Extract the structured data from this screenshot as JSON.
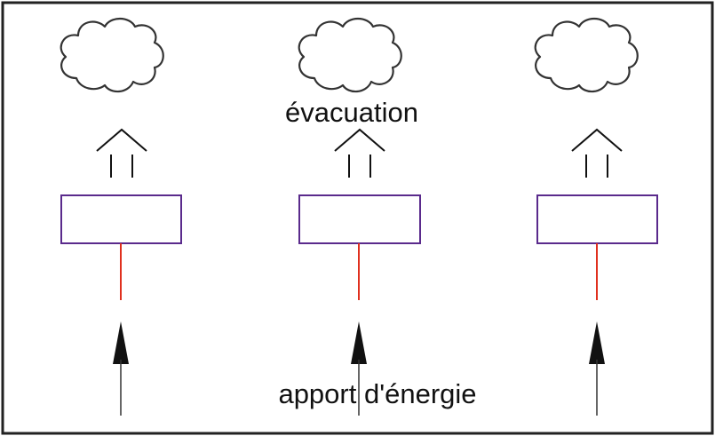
{
  "labels": {
    "top": "évacuation",
    "bottom": "apport d'énergie"
  },
  "colors": {
    "frame": "#222222",
    "box_stroke": "#5a2a8c",
    "stem": "#e0301e",
    "arrow": "#111111"
  },
  "units": [
    {
      "id": "left"
    },
    {
      "id": "center"
    },
    {
      "id": "right"
    }
  ]
}
